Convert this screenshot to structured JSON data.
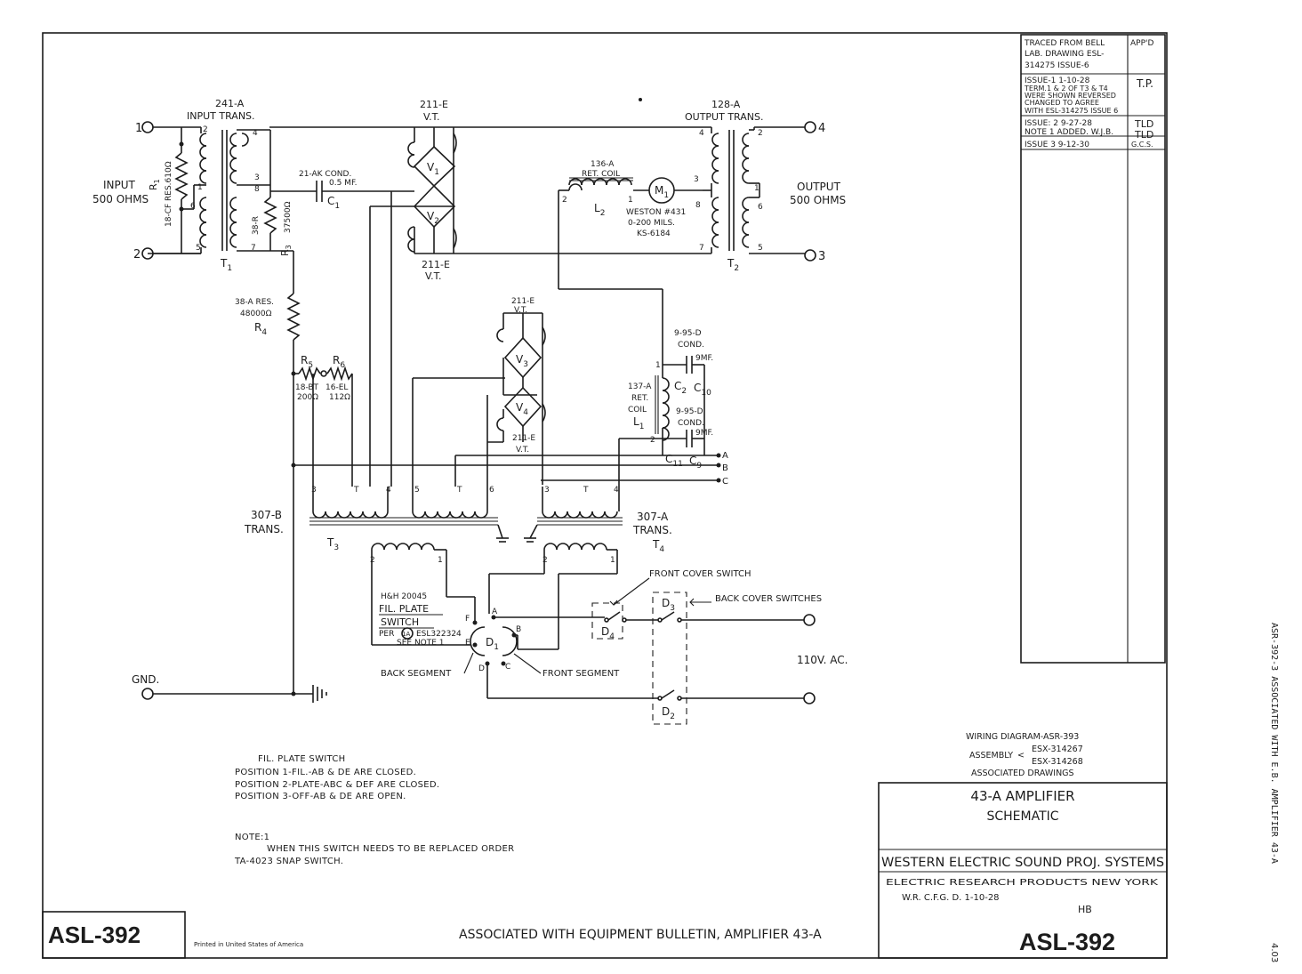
{
  "labels": {
    "in_trans_no": "241-A",
    "in_trans": "INPUT TRANS.",
    "t1": "T",
    "t1_sub": "1",
    "input": "INPUT",
    "input_ohms": "500 OHMS",
    "term_1": "1",
    "term_2": "2",
    "term_3": "3",
    "term_4": "4",
    "r1": "R",
    "r1_sub": "1",
    "r1_spec": "18-CF RES.610Ω",
    "r3_spec": "38-R",
    "r3_val": "37500Ω",
    "r3": "R",
    "r3_sub": "3",
    "c1_spec": "21-AK COND.",
    "c1_val": "0.5 MF.",
    "c1": "C",
    "c1_sub": "1",
    "vt_top_no": "211-E",
    "vt_top": "V.T.",
    "v1": "V",
    "v1_sub": "1",
    "v2": "V",
    "v2_sub": "2",
    "vt_bot_no": "211-E",
    "vt_bot": "V.T.",
    "out_trans_no": "128-A",
    "out_trans": "OUTPUT TRANS.",
    "output": "OUTPUT",
    "output_ohms": "500 OHMS",
    "t2": "T",
    "t2_sub": "2",
    "ret_coil_no": "136-A",
    "ret_coil": "RET. COIL",
    "l2": "L",
    "l2_sub": "2",
    "m1": "M",
    "m1_sub": "1",
    "meter_1": "WESTON #431",
    "meter_2": "0-200 MILS.",
    "meter_3": "KS-6184",
    "r4_spec": "38-A RES.",
    "r4_val": "48000Ω",
    "r4": "R",
    "r4_sub": "4",
    "r5": "R",
    "r5_sub": "5",
    "r6": "R",
    "r6_sub": "6",
    "r5_spec": "18-BT",
    "r5_val": "200Ω",
    "r6_spec": "16-EL",
    "r6_val": "112Ω",
    "vt3_no": "211-E",
    "vt3": "V.T.",
    "v3": "V",
    "v3_sub": "3",
    "v4": "V",
    "v4_sub": "4",
    "vt4_no": "211-E",
    "vt4": "V.T.",
    "c2_spec": "9-95-D",
    "c2_cond": "COND.",
    "c2_val": "9MF.",
    "c2": "C",
    "c2_sub": "2",
    "c10": "C",
    "c10_sub": "10",
    "l1_1": "137-A",
    "l1_2": "RET.",
    "l1_3": "COIL",
    "l1": "L",
    "l1_sub": "1",
    "c11_spec": "9-95-D",
    "c11_cond": "COND.",
    "c11_val": "9MF.",
    "c11": "C",
    "c11_sub": "11",
    "c9": "C",
    "c9_sub": "9",
    "bus_a": "A",
    "bus_b": "B",
    "bus_c": "C",
    "t3_trans_no": "307-B",
    "t3_trans": "TRANS.",
    "t3": "T",
    "t3_sub": "3",
    "t4_trans_no": "307-A",
    "t4_trans": "TRANS.",
    "t4": "T",
    "t4_sub": "4",
    "fcs": "FRONT COVER SWITCH",
    "bcs": "BACK COVER SWITCHES",
    "d3": "D",
    "d3_sub": "3",
    "d4": "D",
    "d4_sub": "4",
    "d2": "D",
    "d2_sub": "2",
    "d1": "D",
    "d1_sub": "1",
    "hh": "H&H 20045",
    "fil_plate": "FIL. PLATE",
    "switch": "SWITCH",
    "per": "PER",
    "per_1a": "1A",
    "per_esl": "ESL322324",
    "see_note": "SEE NOTE 1",
    "back_seg": "BACK SEGMENT",
    "front_seg": "FRONT SEGMENT",
    "ac": "110V. AC.",
    "gnd": "GND.",
    "sw_letters": [
      "F",
      "A",
      "B",
      "E",
      "D",
      "C"
    ],
    "winding_pins": [
      "1",
      "2",
      "3",
      "4",
      "5",
      "6",
      "7",
      "8",
      "T"
    ]
  },
  "notes": {
    "fp_title": "FIL. PLATE SWITCH",
    "fp_1": "POSITION 1-FIL.-AB & DE ARE CLOSED.",
    "fp_2": "POSITION 2-PLATE-ABC & DEF ARE CLOSED.",
    "fp_3": "POSITION 3-OFF-AB & DE ARE OPEN.",
    "note_title": "NOTE:1",
    "note_1": "WHEN THIS SWITCH NEEDS TO BE REPLACED ORDER",
    "note_2": "TA-4023 SNAP SWITCH."
  },
  "revisions": {
    "traced": [
      "TRACED FROM BELL",
      "LAB. DRAWING ESL-",
      "314275 ISSUE-6"
    ],
    "appd": "APP'D",
    "issue1": [
      "ISSUE-1 1-10-28",
      "TERM.1 & 2 OF T3 & T4",
      "WERE SHOWN REVERSED",
      "CHANGED TO AGREE",
      "WITH ESL-314275 ISSUE 6"
    ],
    "issue1_init": "T.P.",
    "issue2": [
      "ISSUE: 2 9-27-28",
      "NOTE 1 ADDED. W.J.B."
    ],
    "issue2_init": [
      "TLD",
      "TLD"
    ],
    "issue3": "ISSUE 3   9-12-30",
    "issue3_init": "G.C.S."
  },
  "assoc": {
    "wiring": "WIRING DIAGRAM-ASR-393",
    "assembly": "ASSEMBLY",
    "esx1": "ESX-314267",
    "esx2": "ESX-314268",
    "assoc": "ASSOCIATED DRAWINGS"
  },
  "title_block": {
    "title": "43-A AMPLIFIER",
    "subtitle": "SCHEMATIC",
    "company": "WESTERN ELECTRIC SOUND PROJ. SYSTEMS",
    "line1": "ELECTRIC  RESEARCH PRODUCTS   NEW YORK",
    "line2": "W.R.  C.F.G.  D.  1-10-28",
    "init": "HB",
    "number": "ASL-392"
  },
  "footer": {
    "asl": "ASL-392",
    "printed": "Printed in United States of America",
    "assoc": "ASSOCIATED WITH EQUIPMENT BULLETIN, AMPLIFIER 43-A"
  },
  "margin": {
    "side": "ASR-392-3 ASSOCIATED WITH E.B. AMPLIFIER 43-A",
    "page": "4.03"
  }
}
